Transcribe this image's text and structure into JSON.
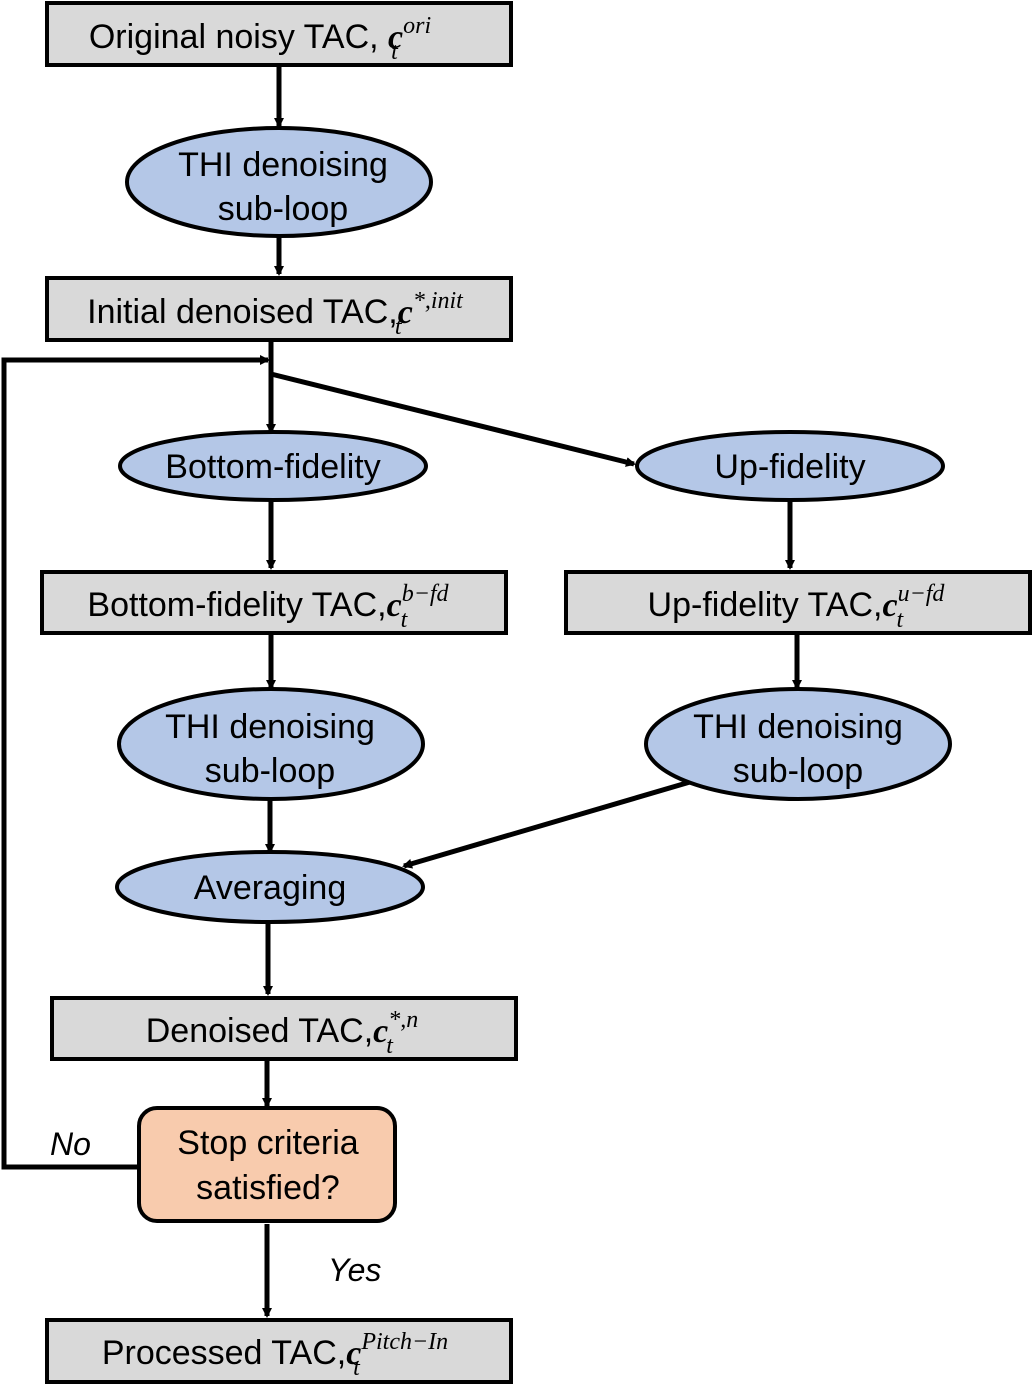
{
  "nodes": {
    "original": {
      "label": "Original noisy TAC, ",
      "var": "c",
      "sub": "t",
      "sup": "ori"
    },
    "thi1": {
      "line1": "THI denoising",
      "line2": "sub-loop"
    },
    "initial": {
      "label": "Initial denoised TAC,",
      "var": "c",
      "sub": "t",
      "sup": "*,init"
    },
    "bottom_fidelity": {
      "label": "Bottom-fidelity"
    },
    "up_fidelity": {
      "label": "Up-fidelity"
    },
    "bottom_tac": {
      "label": "Bottom-fidelity TAC,",
      "var": "c",
      "sub": "t",
      "sup": "b−fd"
    },
    "up_tac": {
      "label": "Up-fidelity TAC,",
      "var": "c",
      "sub": "t",
      "sup": "u−fd"
    },
    "thi2": {
      "line1": "THI denoising",
      "line2": "sub-loop"
    },
    "thi3": {
      "line1": "THI denoising",
      "line2": "sub-loop"
    },
    "averaging": {
      "label": "Averaging"
    },
    "denoised": {
      "label": "Denoised TAC,",
      "var": "c",
      "sub": "t",
      "sup": "*,n"
    },
    "stop": {
      "line1": "Stop criteria",
      "line2": "satisfied?"
    },
    "processed": {
      "label": "Processed TAC,",
      "var": "c",
      "sub": "t",
      "sup": "Pitch−In"
    }
  },
  "edge_labels": {
    "no": "No",
    "yes": "Yes"
  },
  "colors": {
    "box_fill": "#d9d9d9",
    "ellipse_fill": "#b4c7e7",
    "decision_fill": "#f8cbad",
    "stroke": "#000000"
  }
}
